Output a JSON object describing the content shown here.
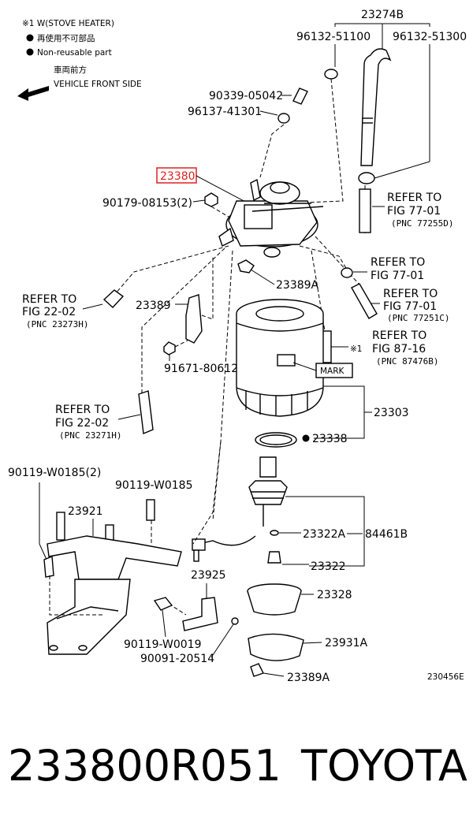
{
  "legend": {
    "note": "※1  W(STOVE HEATER)",
    "nonreusable_jp": "再使用不可部品",
    "nonreusable_en": "Non-reusable part",
    "front_jp": "車両前方",
    "front_en": "VEHICLE FRONT SIDE"
  },
  "labels": {
    "l23274B": "23274B",
    "l96132_51100": "96132-51100",
    "l96132_51300": "96132-51300",
    "l90339": "90339-05042",
    "l96137": "96137-41301",
    "l23380": "23380",
    "l90179": "90179-08153(2)",
    "l23389A_1": "23389A",
    "l23389": "23389",
    "l91671": "91671-80612",
    "l23303": "23303",
    "l23338": "23338",
    "l90119_2": "90119-W0185(2)",
    "l90119": "90119-W0185",
    "l23921": "23921",
    "l23322A": "23322A",
    "l84461B": "84461B",
    "l23322": "23322",
    "l23925": "23925",
    "l23328": "23328",
    "l90119_w0019": "90119-W0019",
    "l90091": "90091-20514",
    "l23931A": "23931A",
    "l23389A_2": "23389A",
    "mark": "MARK",
    "note_ref": "※1",
    "fig_code": "230456E"
  },
  "refers": {
    "r1_a": "REFER TO",
    "r1_b": "FIG 77-01",
    "r1_c": "(PNC 77255D)",
    "r2_a": "REFER TO",
    "r2_b": "FIG 77-01",
    "r3_a": "REFER TO",
    "r3_b": "FIG 77-01",
    "r3_c": "(PNC 77251C)",
    "r4_a": "REFER TO",
    "r4_b": "FIG 87-16",
    "r4_c": "(PNC 87476B)",
    "r5_a": "REFER TO",
    "r5_b": "FIG 22-02",
    "r5_c": "(PNC 23273H)",
    "r6_a": "REFER TO",
    "r6_b": "FIG 22-02",
    "r6_c": "(PNC 23271H)"
  },
  "footer": {
    "part_number": "233800R051",
    "brand": "TOYOTA"
  },
  "colors": {
    "highlight": "#e02020"
  }
}
